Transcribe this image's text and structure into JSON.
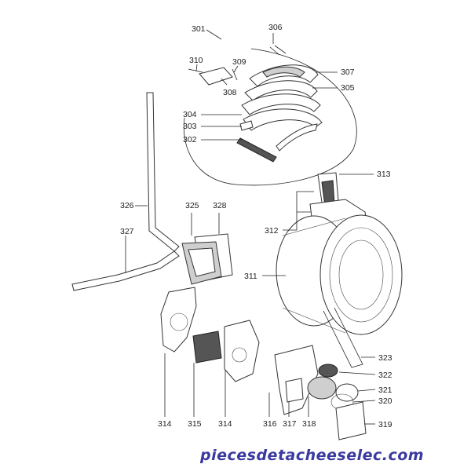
{
  "labels": {
    "p301": "301",
    "p302": "302",
    "p303": "303",
    "p304": "304",
    "p305": "305",
    "p306": "306",
    "p307": "307",
    "p308": "308",
    "p309": "309",
    "p310": "310",
    "p311": "311",
    "p312": "312",
    "p313": "313",
    "p314a": "314",
    "p314b": "314",
    "p315": "315",
    "p316": "316",
    "p317": "317",
    "p318": "318",
    "p319": "319",
    "p320": "320",
    "p321": "321",
    "p322": "322",
    "p323": "323",
    "p325": "325",
    "p326": "326",
    "p327": "327",
    "p328": "328"
  },
  "watermark": "piecesdetacheeselec.com",
  "colors": {
    "line": "#222222",
    "watermark": "#3a3aa0"
  }
}
